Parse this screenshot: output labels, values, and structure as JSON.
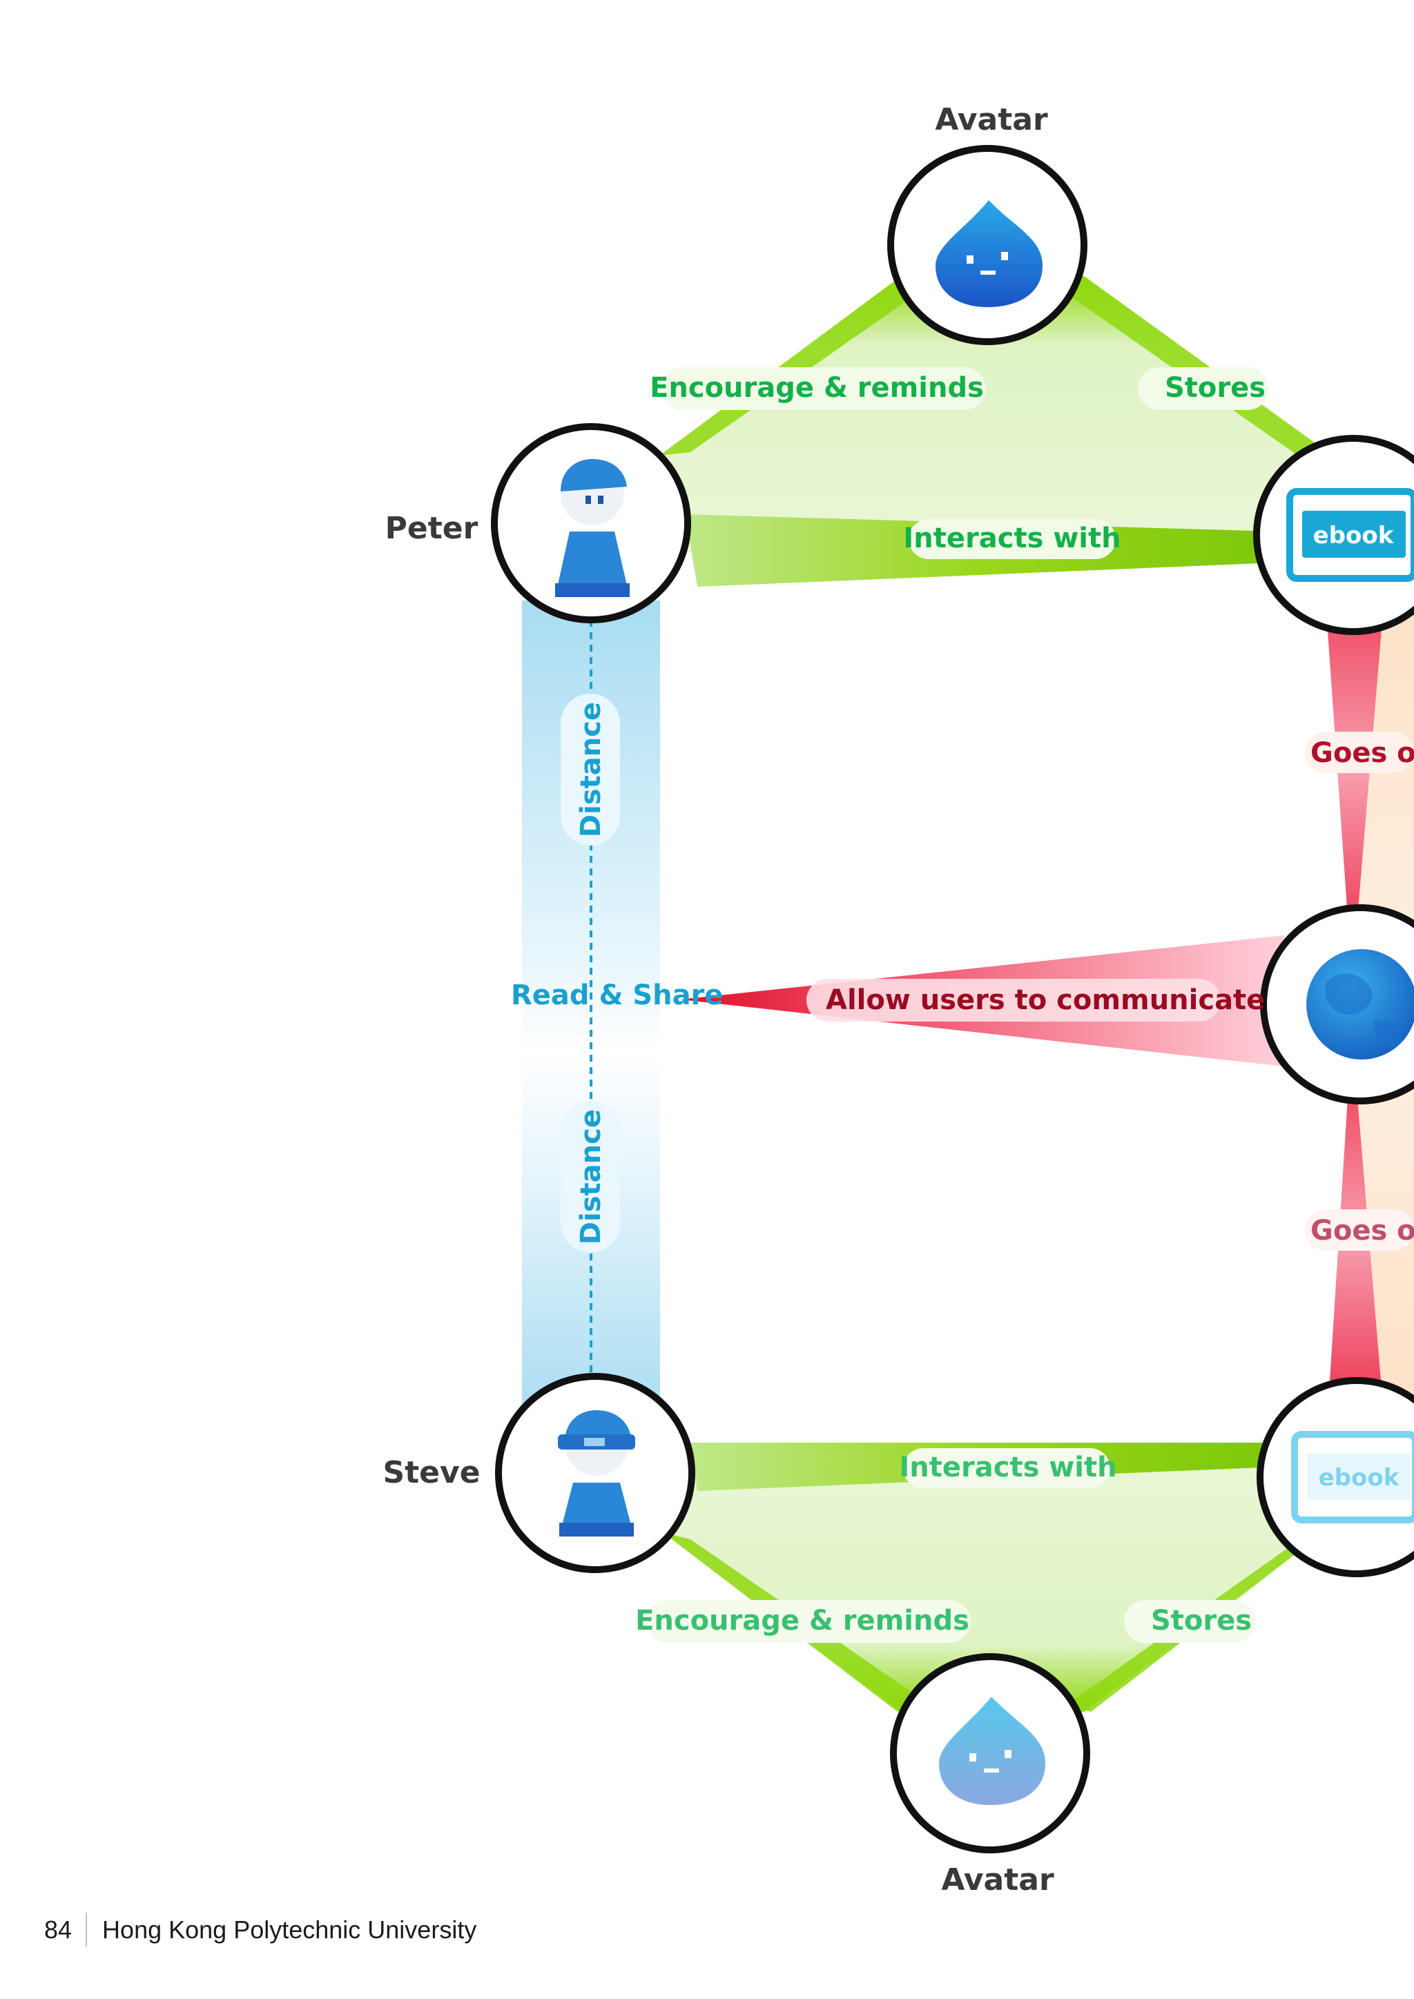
{
  "nodes": {
    "avatar_top": {
      "label": "Avatar"
    },
    "peter": {
      "label": "Peter"
    },
    "ebook_top": {
      "label": "ebook"
    },
    "ebook_bottom": {
      "label": "ebook"
    },
    "steve": {
      "label": "Steve"
    },
    "avatar_bottom": {
      "label": "Avatar"
    }
  },
  "edges": {
    "encourage_top": "Encourage & reminds",
    "stores_top": "Stores",
    "interacts_top": "Interacts with",
    "goes_on_top": "Goes on",
    "read_share": "Read & Share",
    "allow_comm": "Allow users to communicate",
    "goes_on_bottom": "Goes on",
    "interacts_bottom": "Interacts with",
    "encourage_bottom": "Encourage & reminds",
    "stores_bottom": "Stores",
    "distance_top": "Distance",
    "distance_bottom": "Distance"
  },
  "footer": {
    "page_number": "84",
    "publisher": "Hong Kong Polytechnic University"
  },
  "colors": {
    "green_text": "#14b04a",
    "green_band": "#8fd80f",
    "red_band": "#e8334a",
    "red_text": "#b0102a",
    "blue_band": "#bfe6f6",
    "blue_text": "#1aa0d0",
    "person_blue": "#2a86d6"
  }
}
